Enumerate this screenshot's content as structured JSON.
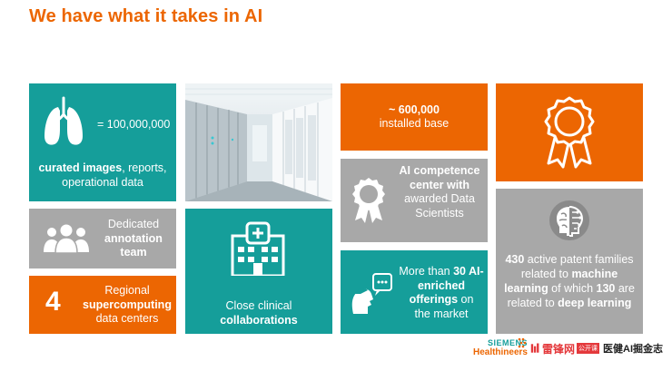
{
  "title": "We have what it takes in AI",
  "tiles": {
    "images": {
      "count": "= 100,000,000",
      "bold": "curated images",
      "rest": ", reports, operational data"
    },
    "annotation": {
      "line1": "Dedicated",
      "bold": "annotation team"
    },
    "supercomputing": {
      "number": "4",
      "pre": "Regional",
      "bold": "supercomputing",
      "post": "data centers"
    },
    "clinical": {
      "pre": "Close clinical",
      "bold": "collaborations"
    },
    "installed": {
      "bold": "~ 600,000",
      "rest": "installed base"
    },
    "competence": {
      "bold": "AI competence center with",
      "rest": "awarded Data Scientists"
    },
    "offerings": {
      "pre": "More than ",
      "bold1": "30 AI-enriched offerings",
      "mid": " on",
      "post": "the market"
    },
    "patents": {
      "b1": "430",
      "t1": " active patent families related to ",
      "b2": "machine learning",
      "t2": " of which ",
      "b3": "130",
      "t3": " are related to ",
      "b4": "deep learning"
    }
  },
  "footer": {
    "siemens_top": "SIEMENS",
    "siemens_bottom": "Healthineers",
    "leiphone": "雷锋网",
    "leiphone_badge": "公开课",
    "jinshu": "医健AI掘金志"
  },
  "colors": {
    "teal": "#159e9a",
    "gray": "#a8a8a8",
    "orange": "#ec6602"
  }
}
